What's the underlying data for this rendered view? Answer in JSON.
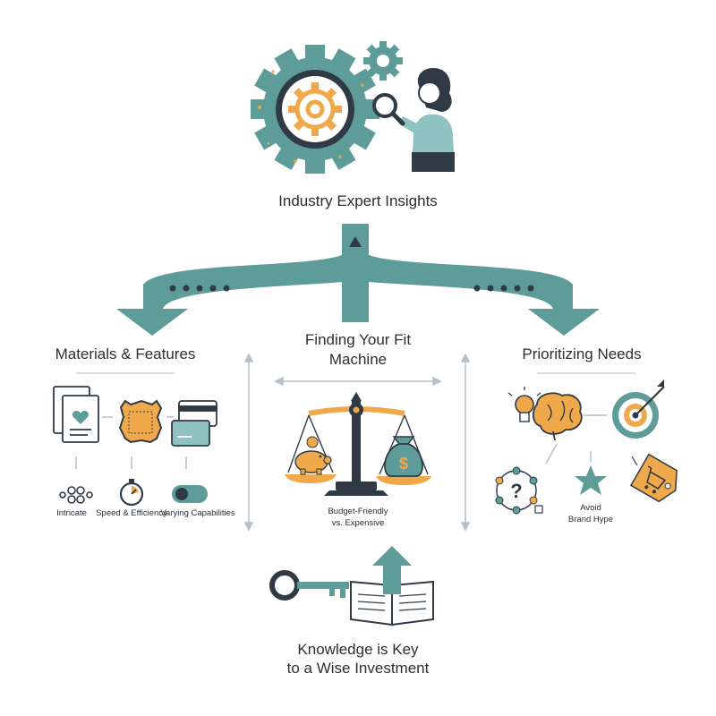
{
  "top": {
    "title": "Industry Expert Insights"
  },
  "left": {
    "title": "Materials & Features",
    "items": [
      {
        "label": "Intricate"
      },
      {
        "label": "Speed & Efficiency"
      },
      {
        "label": "Varying Capabilities"
      }
    ]
  },
  "center": {
    "title_line1": "Finding Your Fit",
    "title_line2": "Machine",
    "scale_line1": "Budget-Friendly",
    "scale_line2": "vs. Expensive",
    "money_symbol": "$"
  },
  "right": {
    "title": "Prioritizing Needs",
    "avoid_line1": "Avoid",
    "avoid_line2": "Brand Hype",
    "question_symbol": "?"
  },
  "bottom": {
    "line1": "Knowledge is Key",
    "line2": "to a Wise Investment"
  },
  "colors": {
    "teal": "#5e9c9a",
    "orange": "#f0a94a",
    "dark": "#2f3a45",
    "light_teal": "#a9cfcf"
  }
}
